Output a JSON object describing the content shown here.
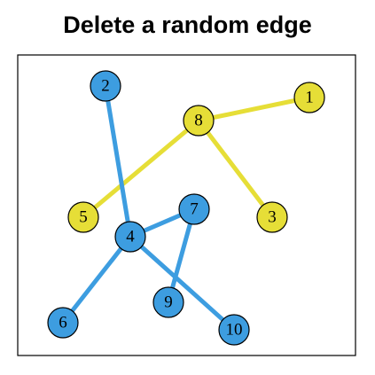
{
  "title": "Delete a random edge",
  "colors": {
    "blue_component": "#3d9de0",
    "yellow_component": "#e6de37",
    "node_stroke": "#000000",
    "frame": "#000000"
  },
  "nodes": [
    {
      "id": "1",
      "label": "1",
      "group": "yellow"
    },
    {
      "id": "2",
      "label": "2",
      "group": "blue"
    },
    {
      "id": "3",
      "label": "3",
      "group": "yellow"
    },
    {
      "id": "4",
      "label": "4",
      "group": "blue"
    },
    {
      "id": "5",
      "label": "5",
      "group": "yellow"
    },
    {
      "id": "6",
      "label": "6",
      "group": "blue"
    },
    {
      "id": "7",
      "label": "7",
      "group": "blue"
    },
    {
      "id": "8",
      "label": "8",
      "group": "yellow"
    },
    {
      "id": "9",
      "label": "9",
      "group": "blue"
    },
    {
      "id": "10",
      "label": "10",
      "group": "blue"
    }
  ],
  "edges": [
    {
      "from": "8",
      "to": "1",
      "group": "yellow"
    },
    {
      "from": "8",
      "to": "5",
      "group": "yellow"
    },
    {
      "from": "8",
      "to": "3",
      "group": "yellow"
    },
    {
      "from": "2",
      "to": "4",
      "group": "blue"
    },
    {
      "from": "4",
      "to": "7",
      "group": "blue"
    },
    {
      "from": "4",
      "to": "6",
      "group": "blue"
    },
    {
      "from": "4",
      "to": "10",
      "group": "blue"
    },
    {
      "from": "7",
      "to": "9",
      "group": "blue"
    }
  ]
}
